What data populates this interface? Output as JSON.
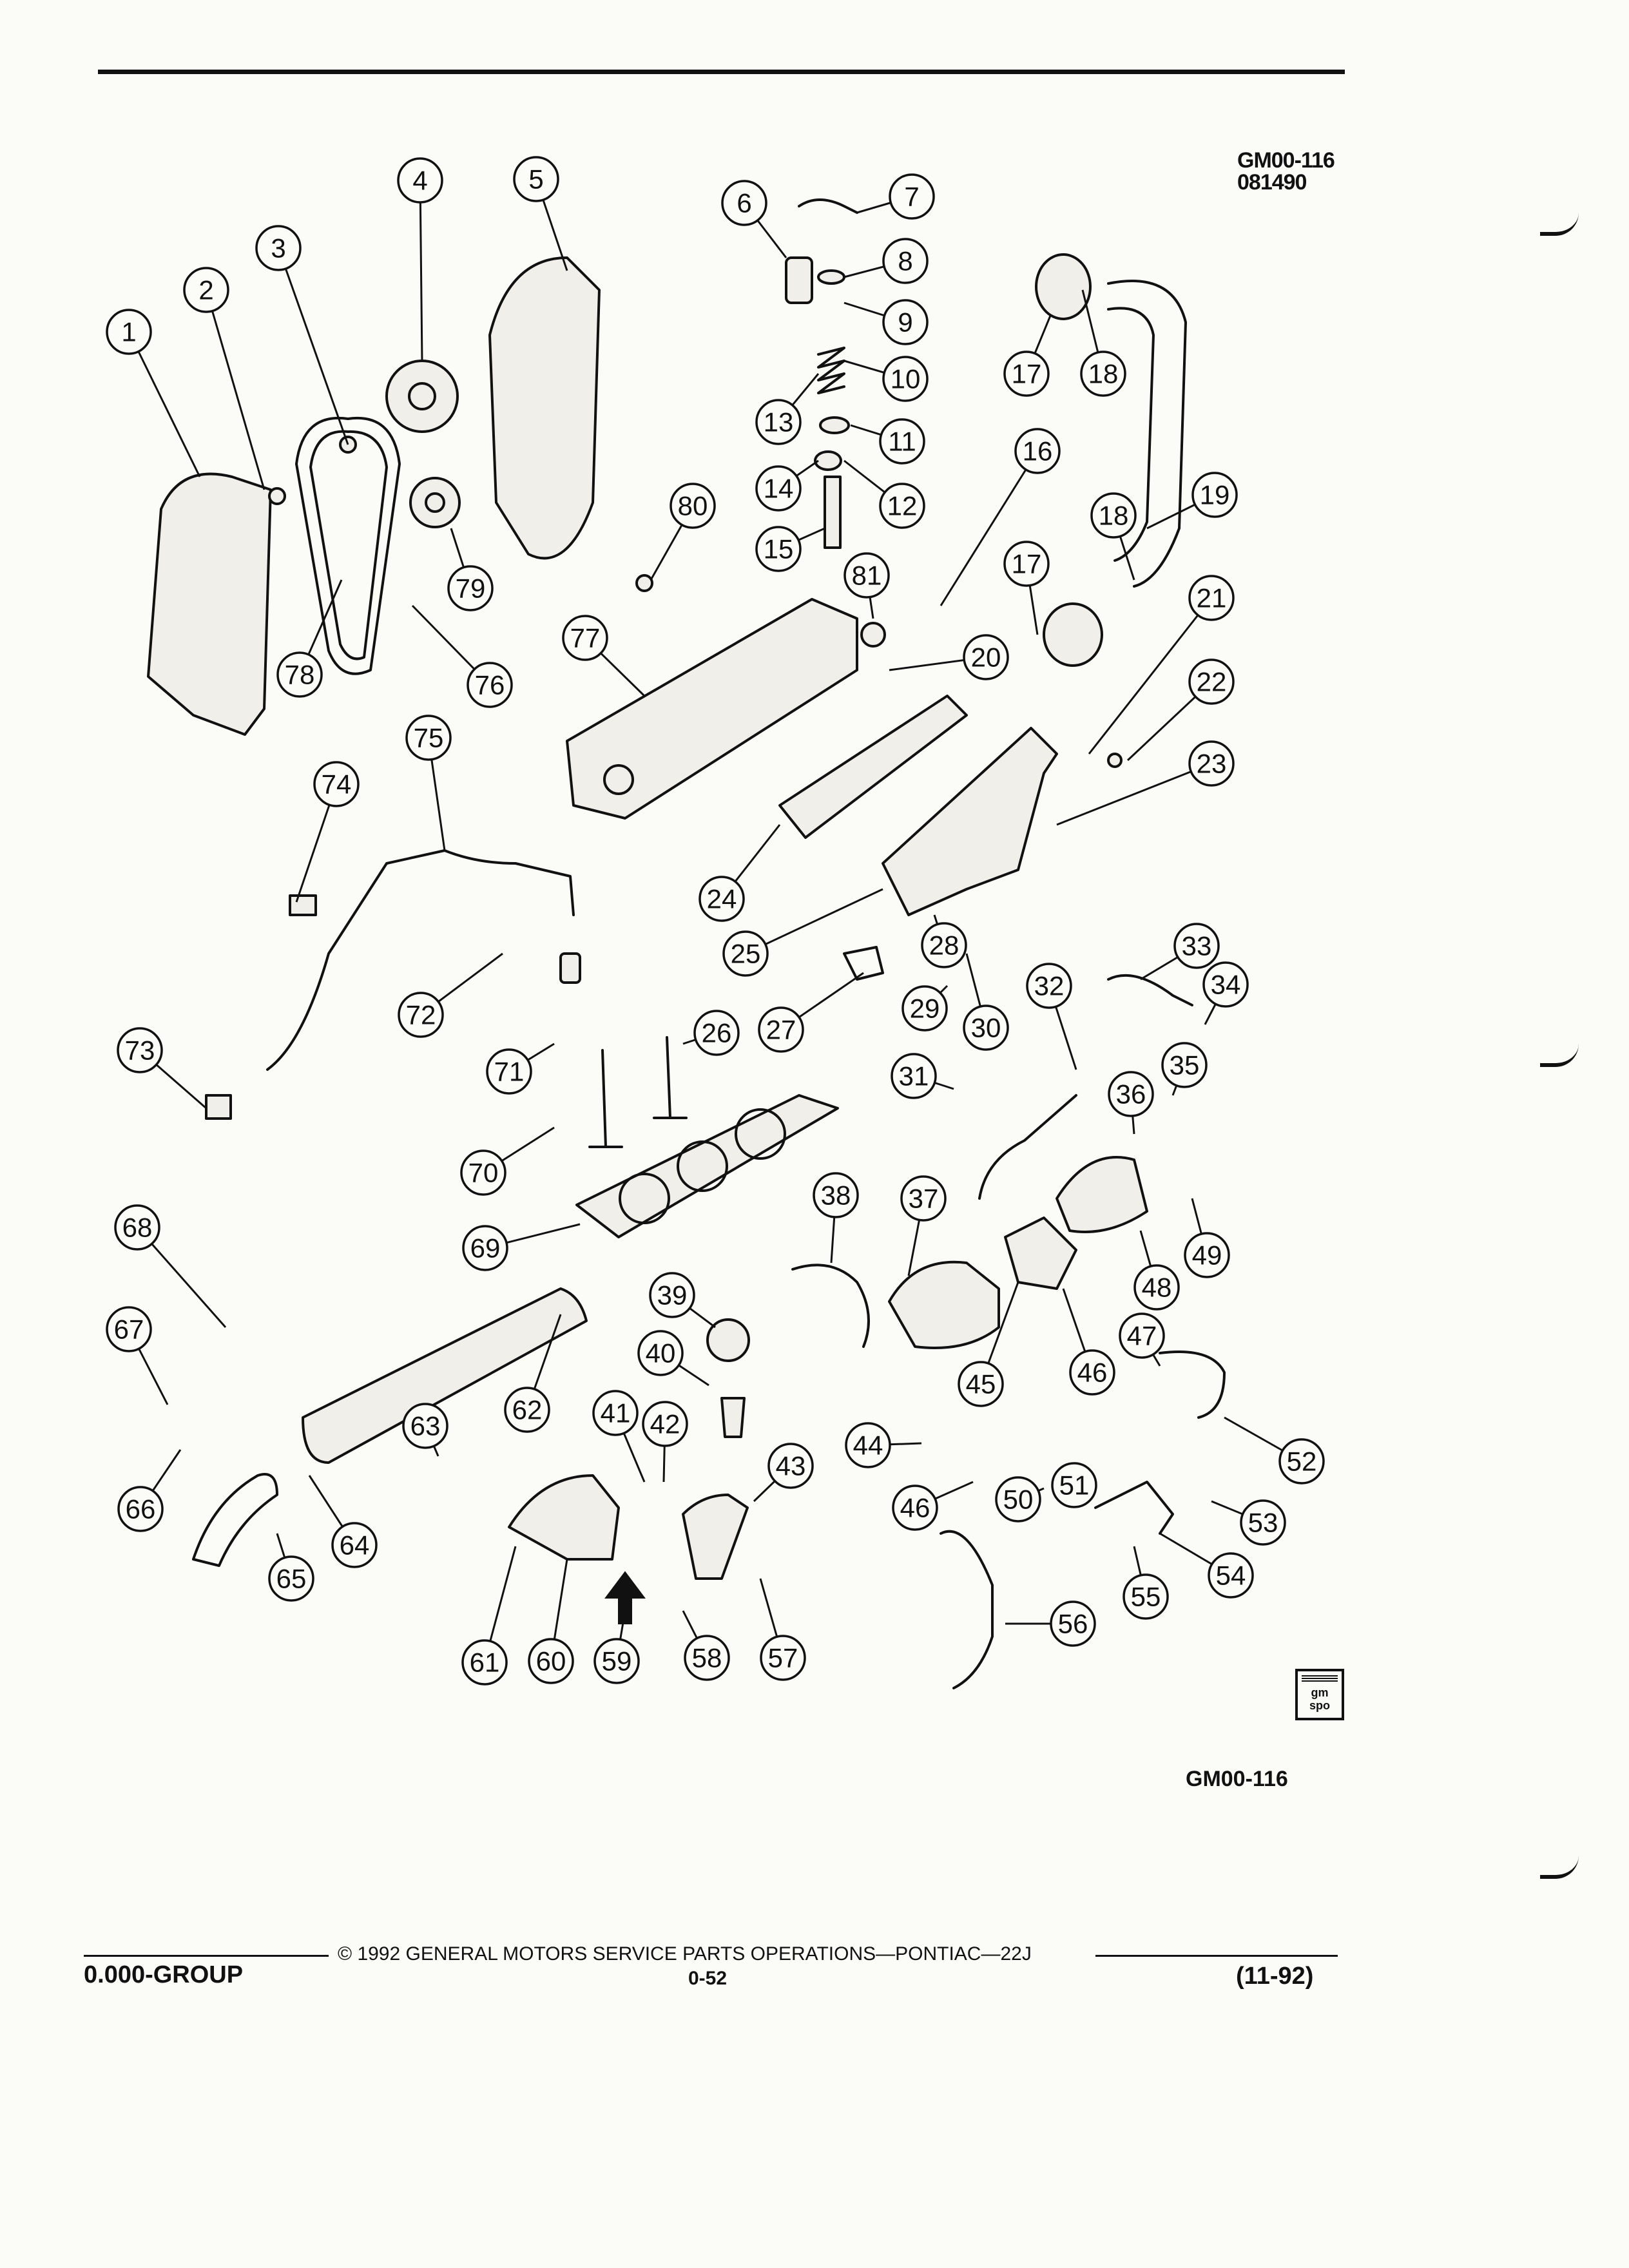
{
  "header": {
    "doc_code": "GM00-116",
    "doc_date": "081490"
  },
  "figure_code": "GM00-116",
  "logo": {
    "line1": "gm",
    "line2": "spo"
  },
  "footer": {
    "copyright": "© 1992 GENERAL MOTORS SERVICE PARTS OPERATIONS—PONTIAC—22J",
    "group": "0.000-GROUP",
    "page_number": "0-52",
    "revision_date": "(11-92)"
  },
  "callouts": [
    "1",
    "2",
    "3",
    "4",
    "5",
    "6",
    "7",
    "8",
    "9",
    "10",
    "11",
    "12",
    "13",
    "14",
    "15",
    "16",
    "17",
    "17",
    "18",
    "18",
    "19",
    "20",
    "21",
    "22",
    "23",
    "24",
    "25",
    "26",
    "27",
    "28",
    "29",
    "30",
    "31",
    "32",
    "33",
    "34",
    "35",
    "36",
    "37",
    "38",
    "39",
    "40",
    "41",
    "42",
    "43",
    "44",
    "45",
    "46",
    "46",
    "47",
    "48",
    "49",
    "50",
    "51",
    "52",
    "53",
    "54",
    "55",
    "56",
    "57",
    "58",
    "59",
    "60",
    "61",
    "62",
    "63",
    "64",
    "65",
    "66",
    "67",
    "68",
    "69",
    "70",
    "71",
    "72",
    "73",
    "74",
    "75",
    "76",
    "77",
    "78",
    "79",
    "80",
    "81"
  ]
}
